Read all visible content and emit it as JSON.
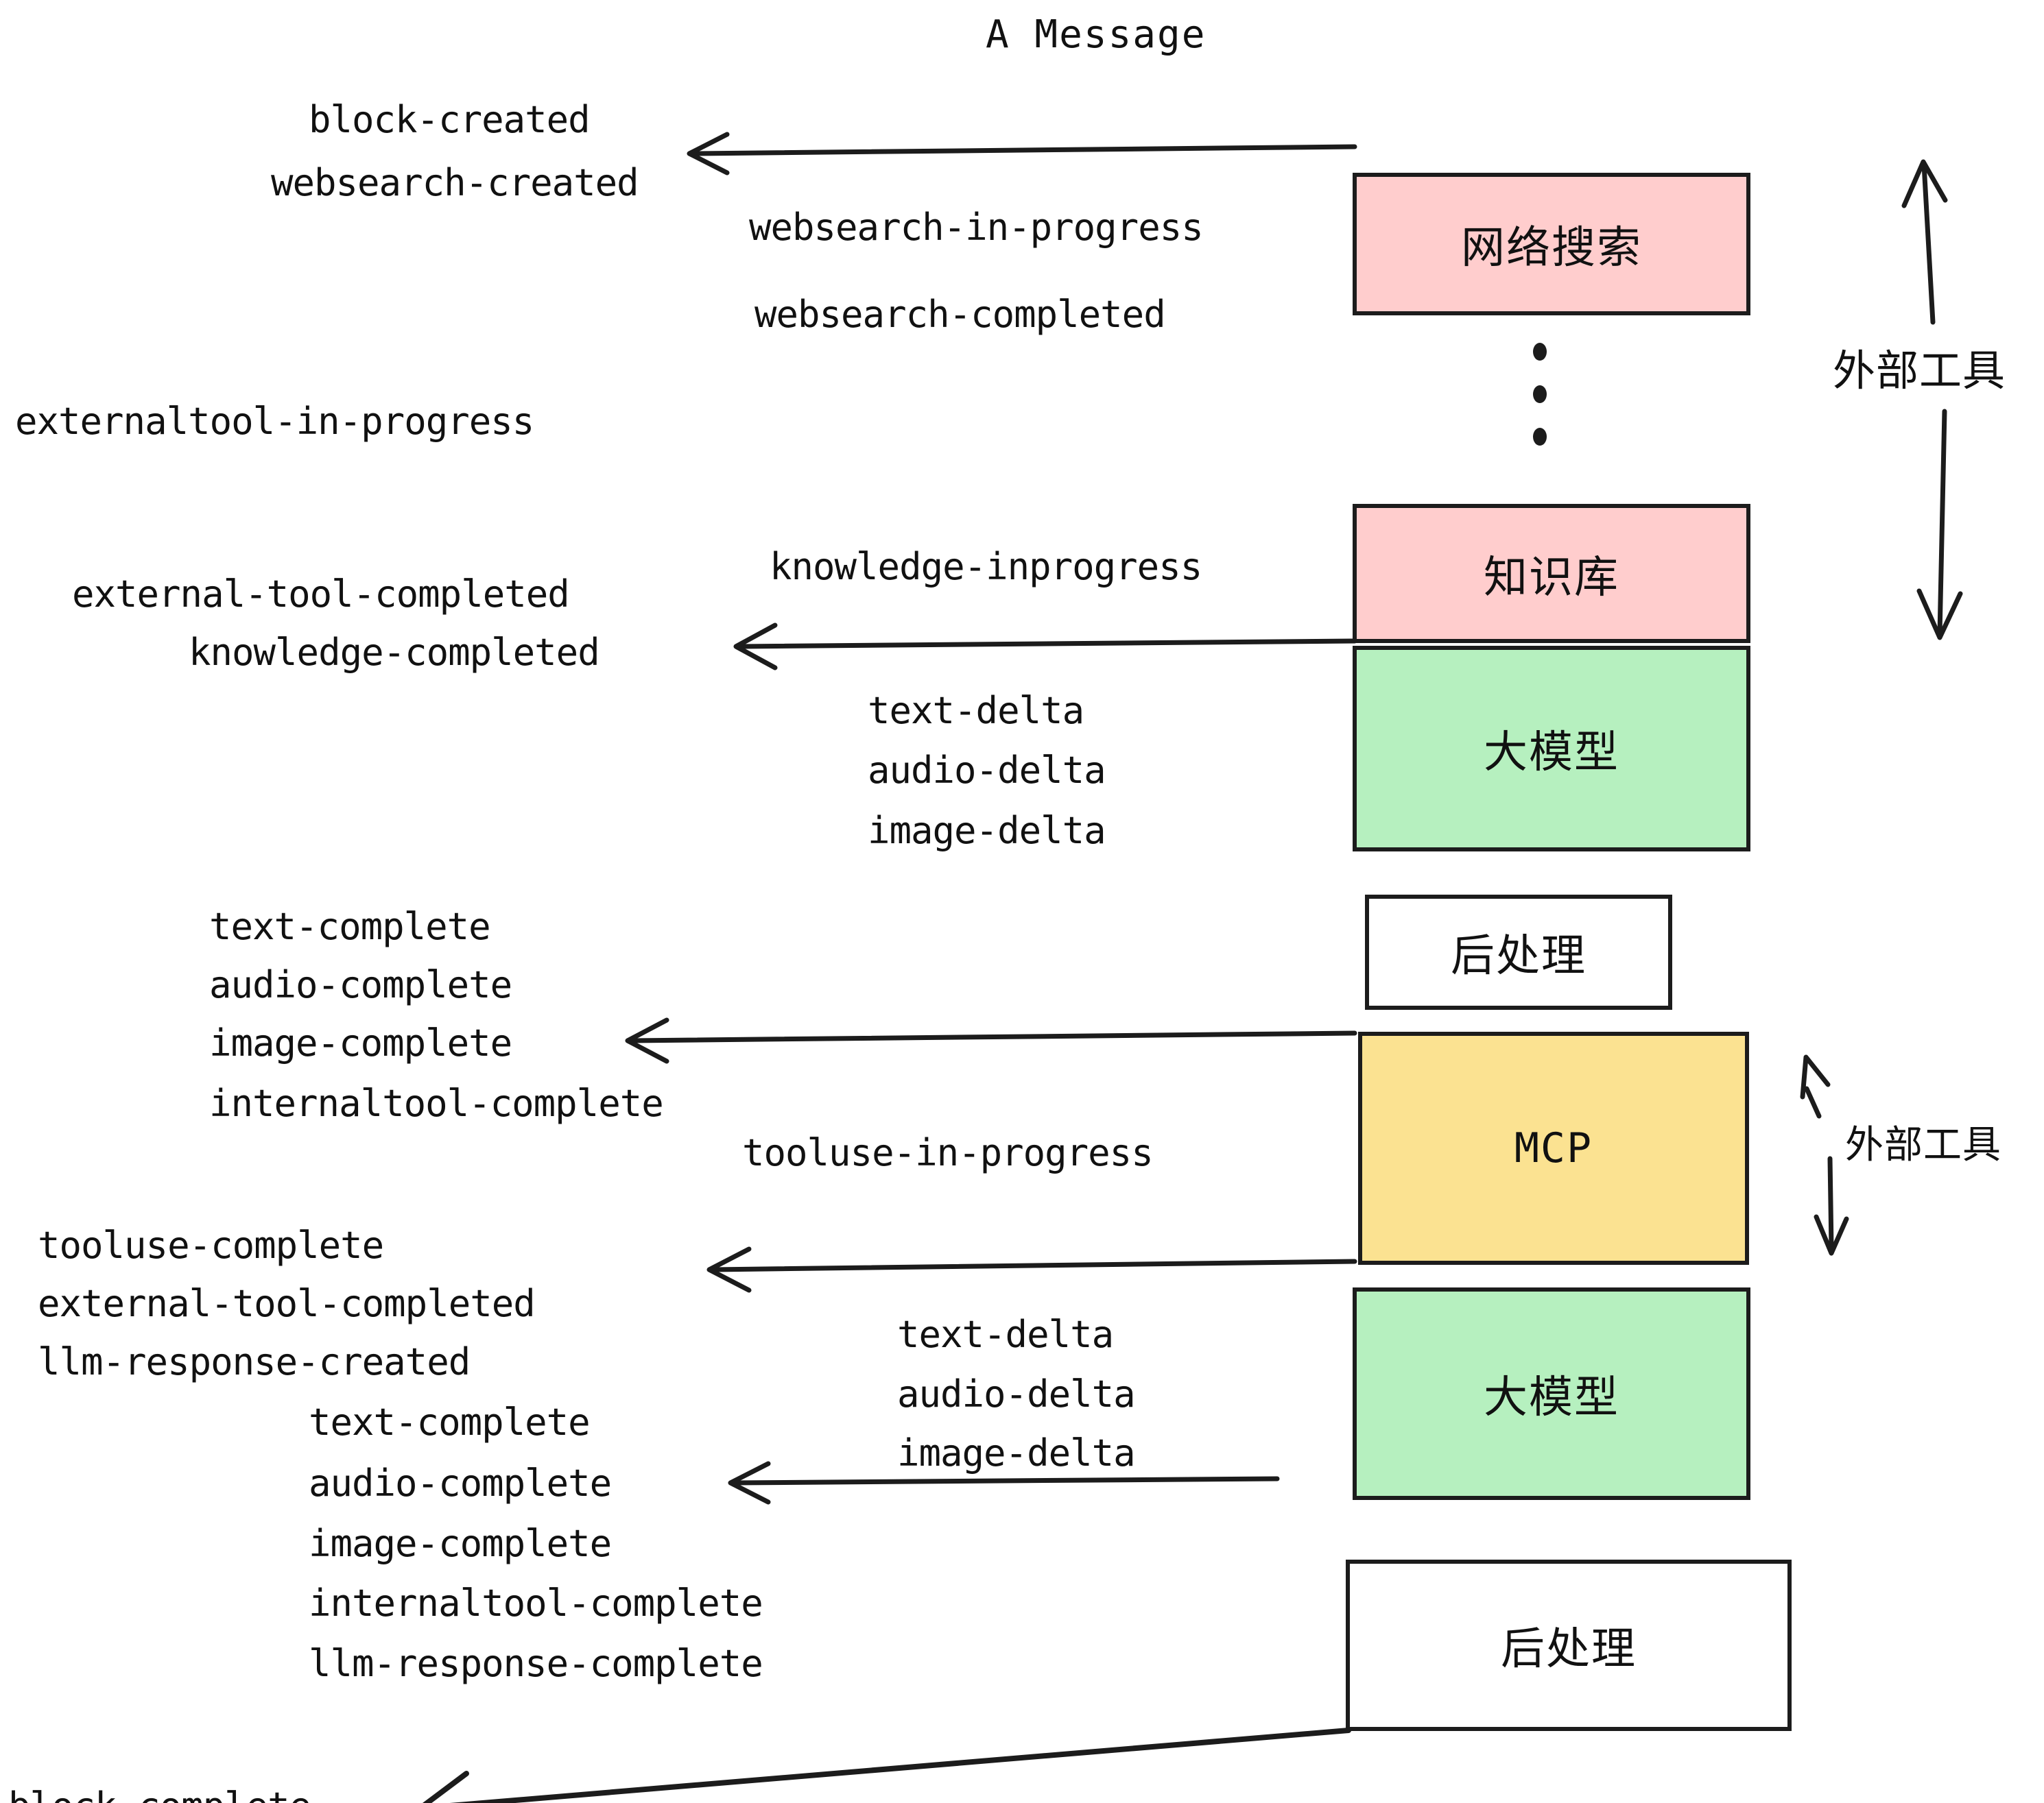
{
  "title": "A Message",
  "colors": {
    "pink": "#ffcdcd",
    "green": "#b6f0bf",
    "yellow": "#fbe291",
    "white": "#ffffff",
    "stroke": "#1c1c1c",
    "text": "#111111"
  },
  "boxes": [
    {
      "id": "websearch",
      "label": "网络搜索",
      "fill": "pink"
    },
    {
      "id": "knowledge",
      "label": "知识库",
      "fill": "pink"
    },
    {
      "id": "llm-top",
      "label": "大模型",
      "fill": "green"
    },
    {
      "id": "postprocess-top",
      "label": "后处理",
      "fill": "white"
    },
    {
      "id": "mcp",
      "label": "MCP",
      "fill": "yellow"
    },
    {
      "id": "llm-bottom",
      "label": "大模型",
      "fill": "green"
    },
    {
      "id": "postprocess-bottom",
      "label": "后处理",
      "fill": "white"
    }
  ],
  "group_labels": [
    {
      "id": "external-tools-top",
      "label": "外部工具"
    },
    {
      "id": "external-tools-bottom",
      "label": "外部工具"
    }
  ],
  "events": {
    "block_created": "block-created",
    "websearch_created": "websearch-created",
    "websearch_in_progress": "websearch-in-progress",
    "websearch_completed": "websearch-completed",
    "externaltool_in_progress": "externaltool-in-progress",
    "knowledge_inprogress": "knowledge-inprogress",
    "external_tool_completed_1": "external-tool-completed",
    "knowledge_completed": "knowledge-completed",
    "text_delta_1": "text-delta",
    "audio_delta_1": "audio-delta",
    "image_delta_1": "image-delta",
    "text_complete_1": "text-complete",
    "audio_complete_1": "audio-complete",
    "image_complete_1": "image-complete",
    "internaltool_complete_1": "internaltool-complete",
    "tooluse_in_progress": "tooluse-in-progress",
    "tooluse_complete": "tooluse-complete",
    "external_tool_completed_2": "external-tool-completed",
    "llm_response_created": "llm-response-created",
    "text_delta_2": "text-delta",
    "audio_delta_2": "audio-delta",
    "image_delta_2": "image-delta",
    "text_complete_2": "text-complete",
    "audio_complete_2": "audio-complete",
    "image_complete_2": "image-complete",
    "internaltool_complete_2": "internaltool-complete",
    "llm_response_complete": "llm-response-complete",
    "block_complete": "block-complete"
  },
  "ellipsis": {
    "id": "vertical-ellipsis",
    "dots": 3
  }
}
